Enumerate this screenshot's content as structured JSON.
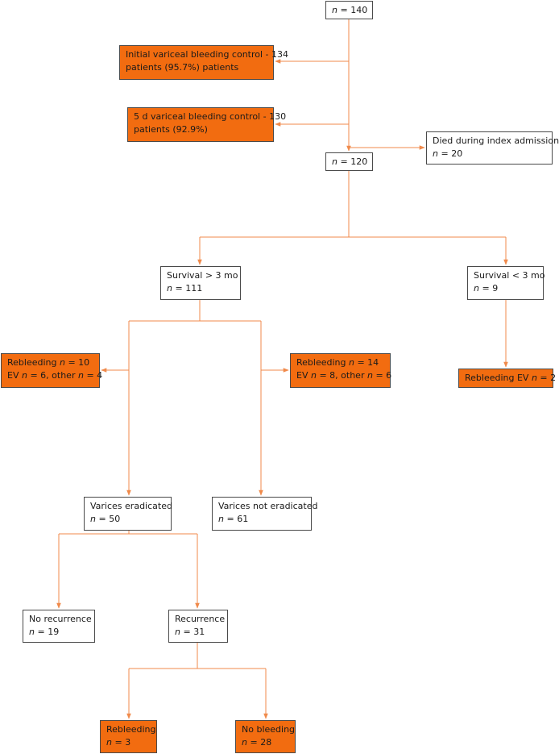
{
  "colors": {
    "accent": "#f26c10",
    "connector": "#f08a4b",
    "box_border": "#4a4a4a"
  },
  "nodes": {
    "total": {
      "lines": [
        {
          "n": true,
          "rest": " = 140"
        }
      ]
    },
    "initial_control": {
      "lines": [
        {
          "text": "Initial variceal bleeding control - 134"
        },
        {
          "text": "patients (95.7%) patients"
        }
      ]
    },
    "control_5d": {
      "lines": [
        {
          "text": "5 d variceal bleeding control - 130"
        },
        {
          "text": "patients (92.9%)"
        }
      ]
    },
    "died": {
      "lines": [
        {
          "text": "Died during index admission"
        },
        {
          "n": true,
          "rest": " = 20"
        }
      ]
    },
    "survivors": {
      "lines": [
        {
          "n": true,
          "rest": " = 120"
        }
      ]
    },
    "survival_gt3": {
      "lines": [
        {
          "text": "Survival > 3 mo"
        },
        {
          "n": true,
          "rest": " = 111"
        }
      ]
    },
    "survival_lt3": {
      "lines": [
        {
          "text": "Survival < 3 mo"
        },
        {
          "n": true,
          "rest": " = 9"
        }
      ]
    },
    "rebleed_lt3": {
      "lines": [
        {
          "text": "Rebleeding EV ",
          "n": true,
          "rest": " = 2"
        }
      ]
    },
    "rebleed_left": {
      "lines": [
        {
          "text": "Rebleeding ",
          "n": true,
          "rest": " = 10"
        },
        {
          "text": "EV ",
          "n": true,
          "rest": " = 6, other ",
          "n2": true,
          "rest2": " = 4"
        }
      ]
    },
    "rebleed_right": {
      "lines": [
        {
          "text": "Rebleeding ",
          "n": true,
          "rest": " = 14"
        },
        {
          "text": "EV ",
          "n": true,
          "rest": " = 8, other ",
          "n2": true,
          "rest2": " = 6"
        }
      ]
    },
    "eradicated": {
      "lines": [
        {
          "text": "Varices eradicated"
        },
        {
          "n": true,
          "rest": " = 50"
        }
      ]
    },
    "not_eradicated": {
      "lines": [
        {
          "text": "Varices not eradicated"
        },
        {
          "n": true,
          "rest": " = 61"
        }
      ]
    },
    "no_recurrence": {
      "lines": [
        {
          "text": "No recurrence"
        },
        {
          "n": true,
          "rest": " = 19"
        }
      ]
    },
    "recurrence": {
      "lines": [
        {
          "text": "Recurrence"
        },
        {
          "n": true,
          "rest": " = 31"
        }
      ]
    },
    "rebleed_final": {
      "lines": [
        {
          "text": "Rebleeding"
        },
        {
          "n": true,
          "rest": " = 3"
        }
      ]
    },
    "no_bleeding": {
      "lines": [
        {
          "text": "No bleeding"
        },
        {
          "n": true,
          "rest": " = 28"
        }
      ]
    }
  },
  "n_symbol": "n"
}
